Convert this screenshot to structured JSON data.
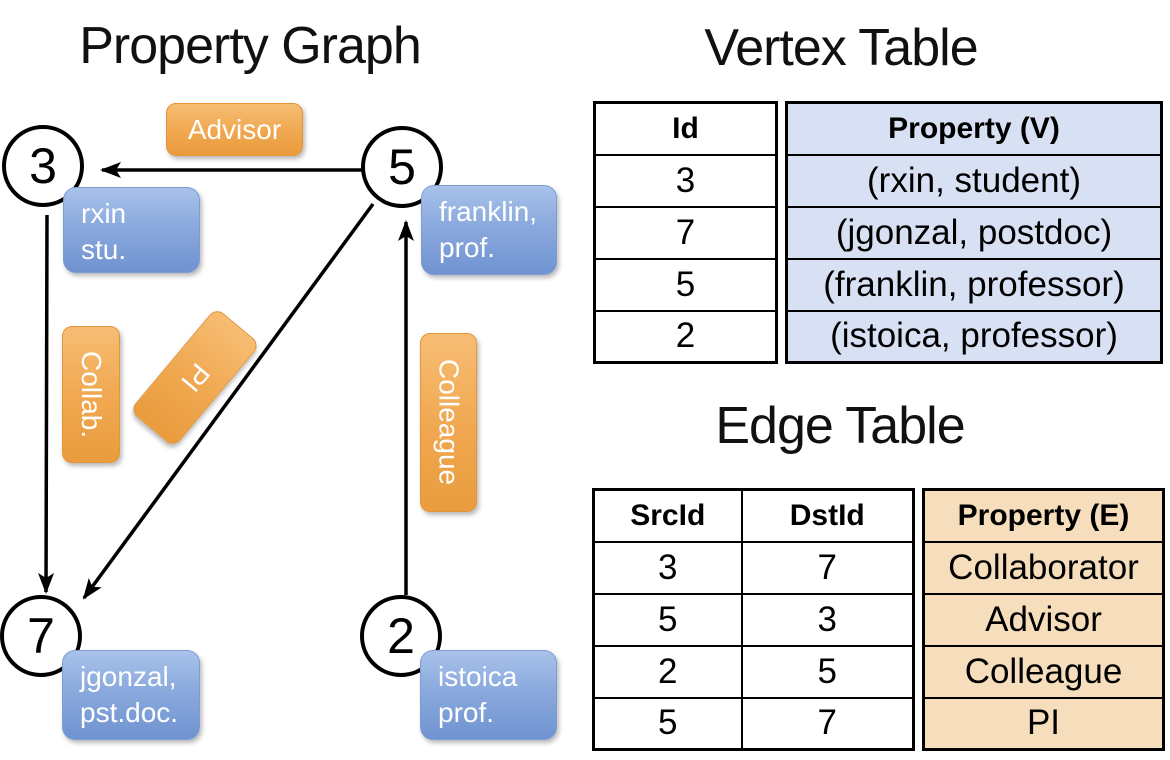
{
  "graph": {
    "title": "Property Graph",
    "nodes": [
      {
        "id": "3",
        "props": [
          "rxin",
          "stu."
        ]
      },
      {
        "id": "5",
        "props": [
          "franklin,",
          "prof."
        ]
      },
      {
        "id": "7",
        "props": [
          "jgonzal,",
          "pst.doc."
        ]
      },
      {
        "id": "2",
        "props": [
          "istoica",
          "prof."
        ]
      }
    ],
    "edge_labels": {
      "advisor": "Advisor",
      "collab": "Collab.",
      "pi": "PI",
      "colleague": "Colleague"
    }
  },
  "vertex_table": {
    "title": "Vertex Table",
    "columns": [
      "Id",
      "Property (V)"
    ],
    "rows": [
      [
        "3",
        "(rxin, student)"
      ],
      [
        "7",
        "(jgonzal, postdoc)"
      ],
      [
        "5",
        "(franklin, professor)"
      ],
      [
        "2",
        "(istoica, professor)"
      ]
    ]
  },
  "edge_table": {
    "title": "Edge Table",
    "columns": [
      "SrcId",
      "DstId",
      "Property (E)"
    ],
    "rows": [
      [
        "3",
        "7",
        "Collaborator"
      ],
      [
        "5",
        "3",
        "Advisor"
      ],
      [
        "2",
        "5",
        "Colleague"
      ],
      [
        "5",
        "7",
        "PI"
      ]
    ]
  },
  "colors": {
    "edge_label_orange": "#f0a74f",
    "vertex_label_blue": "#84a4da",
    "vertex_cell_bg": "#d8e1f3",
    "edge_cell_bg": "#f6debd",
    "line_black": "#000000"
  }
}
